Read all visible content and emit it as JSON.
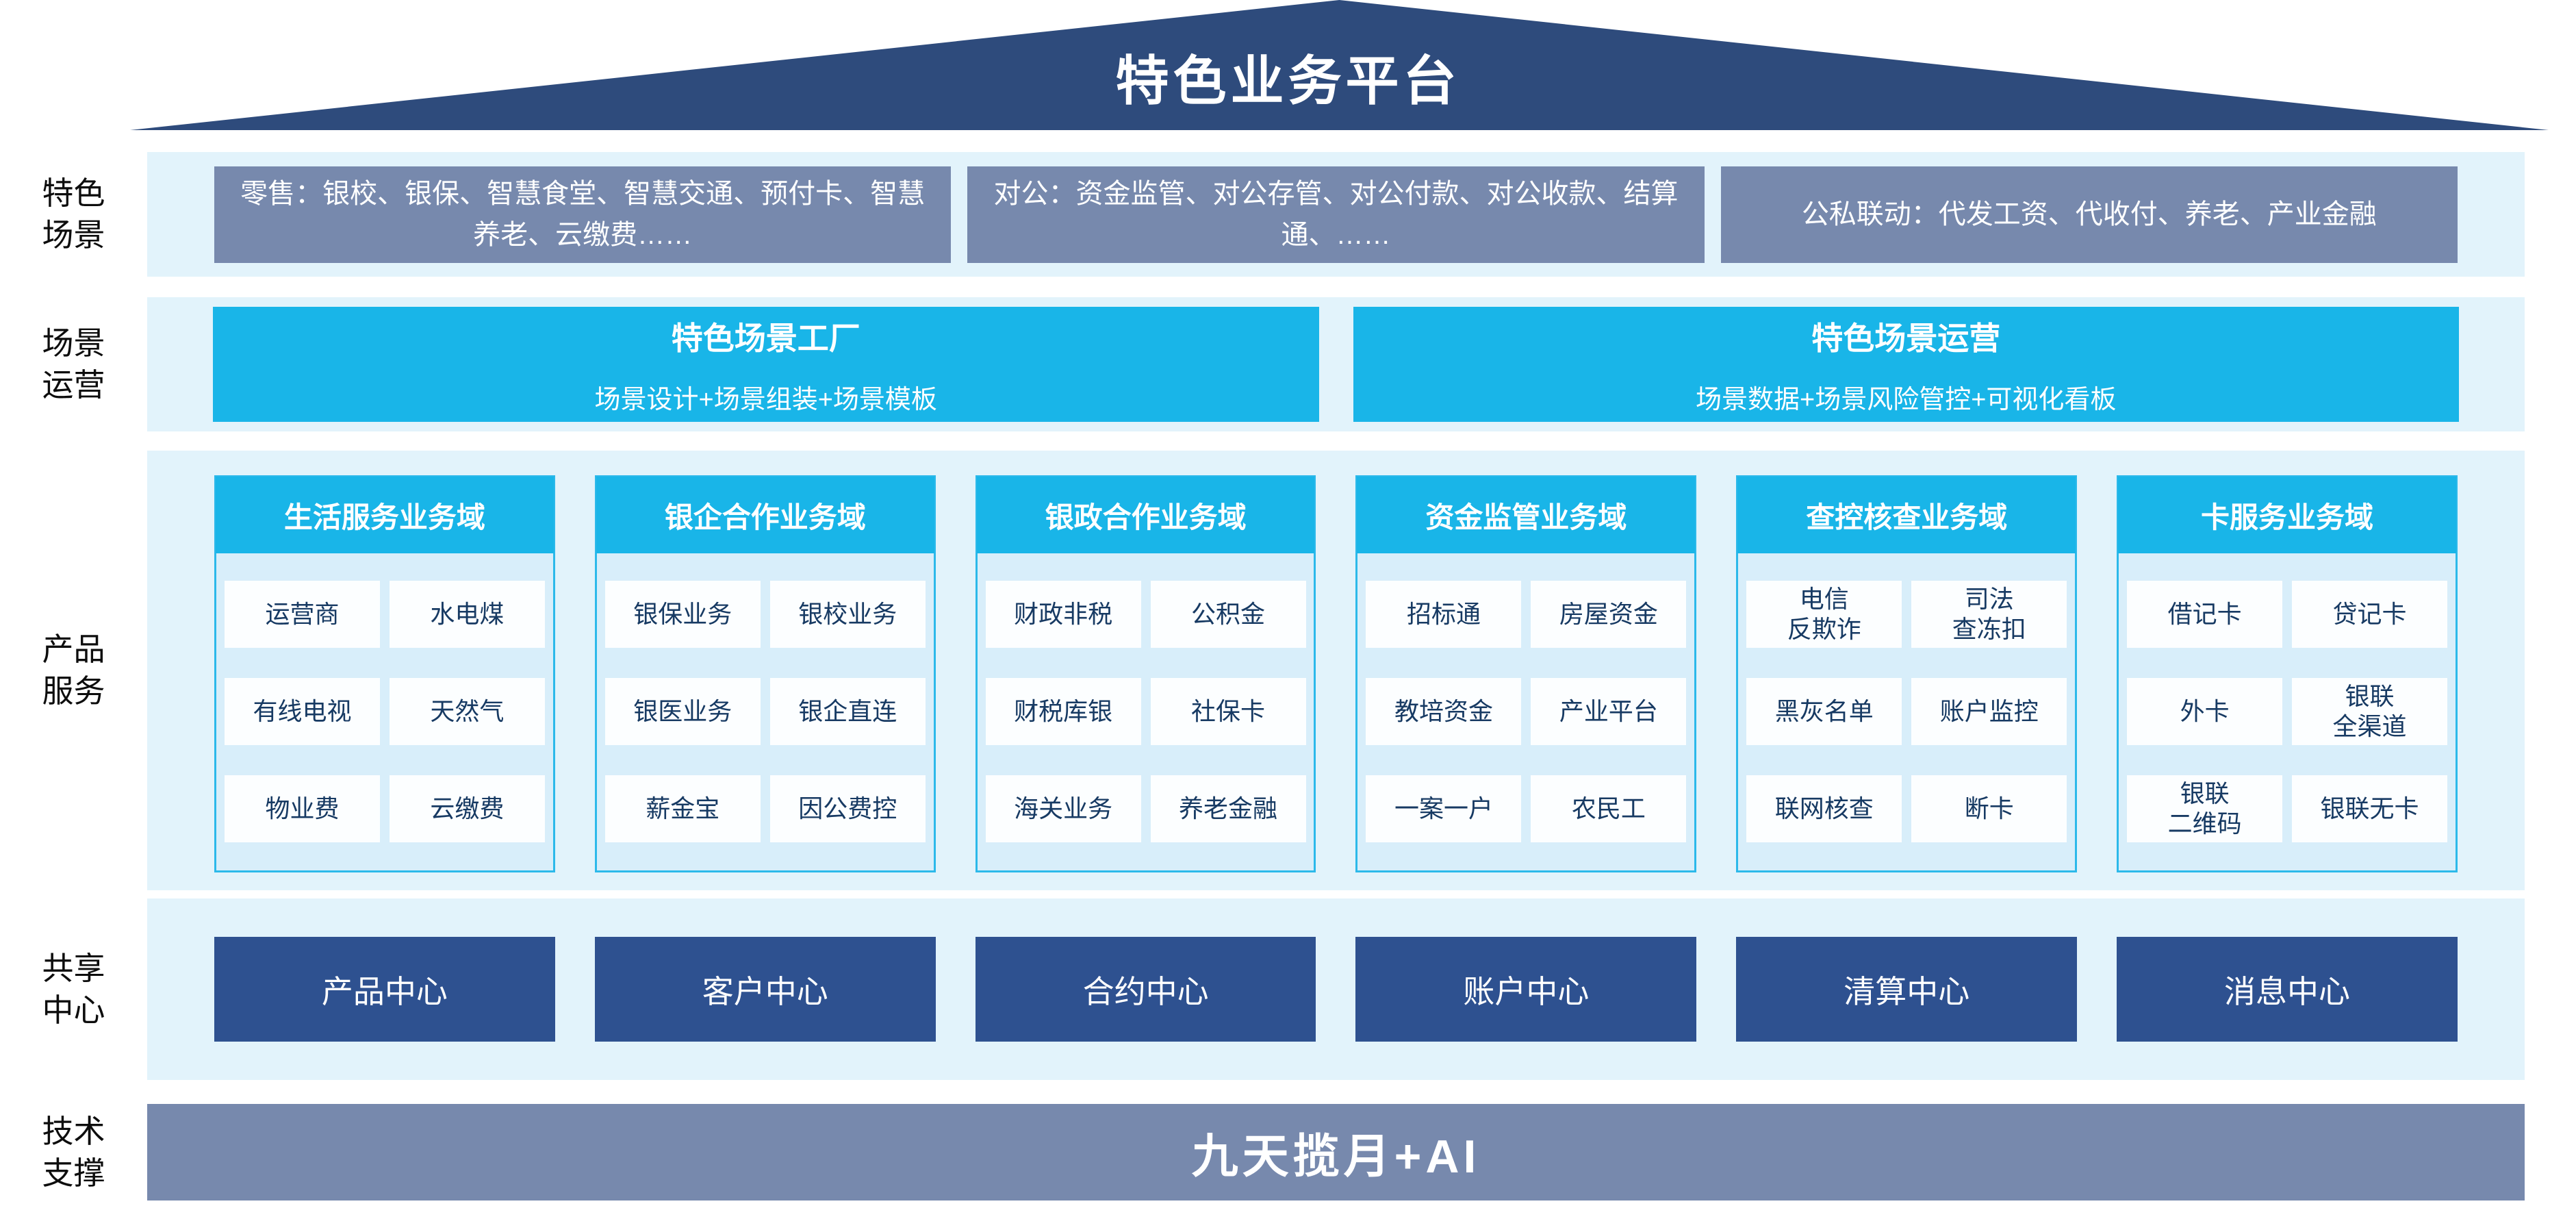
{
  "colors": {
    "roof_navy": "#2e4b7c",
    "steel_blue": "#7789ad",
    "cyan_accent": "#19b5e8",
    "band_light_blue": "#e2f3fb",
    "panel_body_blue": "#d8eefa",
    "panel_border_cyan": "#2cb9ea",
    "card_text_navy": "#173a63",
    "center_navy": "#2e5190"
  },
  "roof": {
    "title": "特色业务平台"
  },
  "row_labels": {
    "scenes": "特色\n场景",
    "ops": "场景\n运营",
    "products": "产品\n服务",
    "shared": "共享\n中心",
    "tech": "技术\n支撑"
  },
  "scenes": {
    "boxes": [
      "零售：银校、银保、智慧食堂、智慧交通、预付卡、智慧养老、云缴费……",
      "对公：资金监管、对公存管、对公付款、对公收款、结算通、……",
      "公私联动：代发工资、代收付、养老、产业金融"
    ]
  },
  "ops": {
    "boxes": [
      {
        "title": "特色场景工厂",
        "subtitle": "场景设计+场景组装+场景模板"
      },
      {
        "title": "特色场景运营",
        "subtitle": "场景数据+场景风险管控+可视化看板"
      }
    ]
  },
  "domains": [
    {
      "header": "生活服务业务域",
      "items": [
        "运营商",
        "水电煤",
        "有线电视",
        "天然气",
        "物业费",
        "云缴费"
      ]
    },
    {
      "header": "银企合作业务域",
      "items": [
        "银保业务",
        "银校业务",
        "银医业务",
        "银企直连",
        "薪金宝",
        "因公费控"
      ]
    },
    {
      "header": "银政合作业务域",
      "items": [
        "财政非税",
        "公积金",
        "财税库银",
        "社保卡",
        "海关业务",
        "养老金融"
      ]
    },
    {
      "header": "资金监管业务域",
      "items": [
        "招标通",
        "房屋资金",
        "教培资金",
        "产业平台",
        "一案一户",
        "农民工"
      ]
    },
    {
      "header": "查控核查业务域",
      "items": [
        "电信\n反欺诈",
        "司法\n查冻扣",
        "黑灰名单",
        "账户监控",
        "联网核查",
        "断卡"
      ]
    },
    {
      "header": "卡服务业务域",
      "items": [
        "借记卡",
        "贷记卡",
        "外卡",
        "银联\n全渠道",
        "银联\n二维码",
        "银联无卡"
      ]
    }
  ],
  "centers": [
    "产品中心",
    "客户中心",
    "合约中心",
    "账户中心",
    "清算中心",
    "消息中心"
  ],
  "tech": {
    "bar": "九天揽月+AI"
  }
}
